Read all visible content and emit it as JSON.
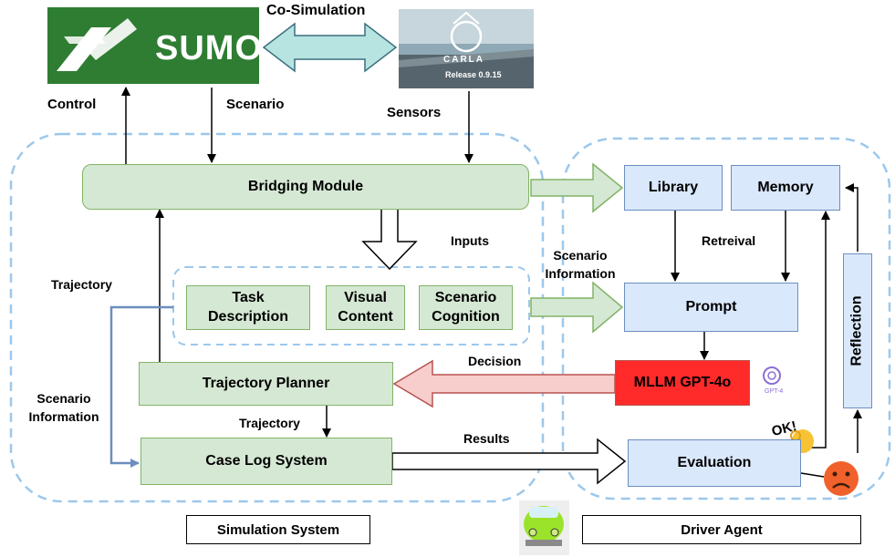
{
  "top": {
    "sumo_logo_text": "SUMO",
    "carla_logo_text": "CARLA",
    "carla_release": "Release 0.9.15",
    "co_simulation": "Co-Simulation",
    "control": "Control",
    "scenario": "Scenario",
    "sensors": "Sensors"
  },
  "simulation": {
    "bridging_module": "Bridging Module",
    "inputs": "Inputs",
    "task_description": "Task Description",
    "visual_content": "Visual Content",
    "scenario_cognition": "Scenario Cognition",
    "trajectory_left": "Trajectory",
    "scenario_information_left": "Scenario Information",
    "trajectory_planner": "Trajectory Planner",
    "trajectory_mid": "Trajectory",
    "case_log_system": "Case Log System",
    "footer": "Simulation System"
  },
  "agent": {
    "library": "Library",
    "memory": "Memory",
    "retreival": "Retreival",
    "scenario_information": "Scenario Information",
    "prompt": "Prompt",
    "mllm": "MLLM GPT-4o",
    "gpt4_badge": "GPT-4",
    "decision": "Decision",
    "reflection": "Reflection",
    "evaluation": "Evaluation",
    "results": "Results",
    "ok_text": "OK!",
    "footer": "Driver Agent"
  },
  "colors": {
    "green_fill": "#d5e8d4",
    "green_stroke": "#82b366",
    "blue_fill": "#dae8fc",
    "blue_stroke": "#6c8ebf",
    "red_fill": "#f8cecc",
    "red_stroke": "#b85450",
    "dashed_region": "#9cc8ec",
    "cosim_fill": "#b7e4e0",
    "sumo_green": "#2e7d32",
    "mllm_red": "#ff2a2a"
  },
  "icons": [
    "sumo-logo",
    "carla-logo",
    "gpt-logo",
    "ok-hand-icon",
    "sad-face-icon",
    "car-icon"
  ]
}
